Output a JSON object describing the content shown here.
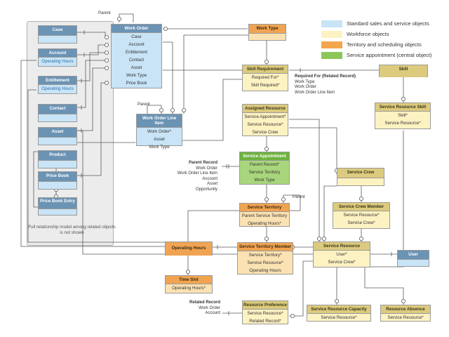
{
  "legend": [
    {
      "label": "Standard sales and service objects",
      "color": "#c8e4f6"
    },
    {
      "label": "Workforce objects",
      "color": "#fdf2c2"
    },
    {
      "label": "Territory and scheduling objects",
      "color": "#f3a64e"
    },
    {
      "label": "Service appointment (central object)",
      "color": "#8bc65a"
    }
  ],
  "note": "Full relationship model among related objects is not shown",
  "entities": {
    "case": {
      "title": "Case",
      "fields": []
    },
    "account": {
      "title": "Account",
      "fields": [
        "Operating Hours"
      ]
    },
    "entitlement": {
      "title": "Entitlement",
      "fields": [
        "Operating Hours"
      ]
    },
    "contact": {
      "title": "Contact",
      "fields": []
    },
    "asset": {
      "title": "Asset",
      "fields": []
    },
    "product": {
      "title": "Product",
      "fields": []
    },
    "price_book": {
      "title": "Price Book",
      "fields": []
    },
    "price_book_entry": {
      "title": "Price Book Entry",
      "fields": []
    },
    "work_order": {
      "title": "Work Order",
      "fields": [
        "Case",
        "Account",
        "Entitlement",
        "Contact",
        "Asset",
        "Work Type",
        "Price Book"
      ]
    },
    "work_type": {
      "title": "Work Type",
      "fields": []
    },
    "work_order_line_item": {
      "title": "Work Order Line Item",
      "fields": [
        "Work Order*",
        "Asset",
        "Work Type"
      ]
    },
    "skill_requirement": {
      "title": "Skill Requirement",
      "fields": [
        "Required For*",
        "Skill Required*"
      ]
    },
    "skill": {
      "title": "Skill",
      "fields": []
    },
    "service_resource_skill": {
      "title": "Service Resource Skill",
      "fields": [
        "Skill*",
        "Service Resource*"
      ]
    },
    "assigned_resource": {
      "title": "Assigned Resource",
      "fields": [
        "Service Appointment*",
        "Service Resource*",
        "Service Crew"
      ]
    },
    "service_appointment": {
      "title": "Service Appointment",
      "fields": [
        "Parent Record*",
        "Service Territory",
        "Work Type"
      ]
    },
    "service_crew": {
      "title": "Service Crew",
      "fields": []
    },
    "service_crew_member": {
      "title": "Service Crew Member",
      "fields": [
        "Service Resource*",
        "Service Crew*"
      ]
    },
    "service_territory": {
      "title": "Service Territory",
      "fields": [
        "Parent Service Territory",
        "Operating Hours*"
      ]
    },
    "operating_hours": {
      "title": "Operating Hours",
      "fields": []
    },
    "time_slot": {
      "title": "Time Slot",
      "fields": [
        "Operating Hours*"
      ]
    },
    "service_territory_member": {
      "title": "Service Territory Member",
      "fields": [
        "Service Territory*",
        "Service Resource*",
        "Operating Hours"
      ]
    },
    "service_resource": {
      "title": "Service Resource",
      "fields": [
        "User*",
        "Service Crew*"
      ]
    },
    "user": {
      "title": "User",
      "fields": []
    },
    "resource_preference": {
      "title": "Resource Preference",
      "fields": [
        "Service Resource*",
        "Related Record*"
      ]
    },
    "service_resource_capacity": {
      "title": "Service Resource Capacity",
      "fields": [
        "Service Resource*"
      ]
    },
    "resource_absence": {
      "title": "Resource Absence",
      "fields": [
        "Service Resource*"
      ]
    }
  },
  "annotations": {
    "parent_wo": "Parent",
    "parent_woli": "Parent",
    "parent_st": "Parent",
    "required_for": {
      "title": "Required For (Related Record)",
      "items": [
        "Work Type",
        "Work Order",
        "Work Order Line Item"
      ]
    },
    "parent_record": {
      "title": "Parent Record",
      "items": [
        "Work Order",
        "Work Order Line Item",
        "Account",
        "Asset",
        "Opportunity"
      ]
    },
    "related_record": {
      "title": "Related Record",
      "items": [
        "Work Order",
        "Account"
      ]
    }
  }
}
